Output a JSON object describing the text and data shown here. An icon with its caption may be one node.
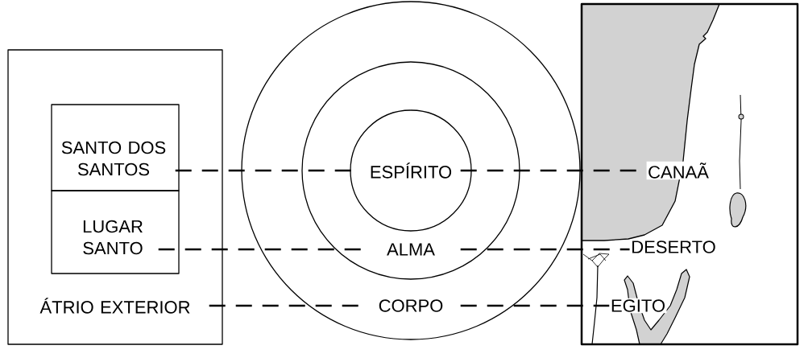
{
  "diagram": {
    "nodes": [
      {
        "text": [
          "ÁTRIO EXTERIOR"
        ]
      },
      {
        "text": [
          "SANTO DOS SANTOS"
        ],
        "in": 0
      },
      {
        "text": [
          "LUGAR SANTO"
        ],
        "in": 0
      },
      {
        "text": [
          "CORPO"
        ]
      },
      {
        "text": [
          "ALMA"
        ],
        "in": 3
      },
      {
        "text": [
          "ESPÍRITO"
        ],
        "in": 4
      },
      {
        "text": [],
        "shape": "picture"
      },
      {
        "text": [
          "CANAÃ"
        ],
        "in": 6
      },
      {
        "text": [
          "DESERTO"
        ],
        "in": 6
      },
      {
        "text": [
          "EGITO"
        ],
        "in": 6
      }
    ],
    "edges": [
      {
        "from": 1,
        "to": 5,
        "arrow": "none",
        "style": "dashed"
      },
      {
        "from": 5,
        "to": 7,
        "arrow": "none",
        "style": "dashed"
      },
      {
        "from": 2,
        "to": 4,
        "arrow": "none",
        "style": "dashed"
      },
      {
        "from": 4,
        "to": 8,
        "arrow": "none",
        "style": "dashed"
      },
      {
        "from": 0,
        "to": 3,
        "arrow": "none",
        "style": "dashed"
      },
      {
        "from": 3,
        "to": 9,
        "arrow": "none",
        "style": "dashed"
      }
    ]
  }
}
